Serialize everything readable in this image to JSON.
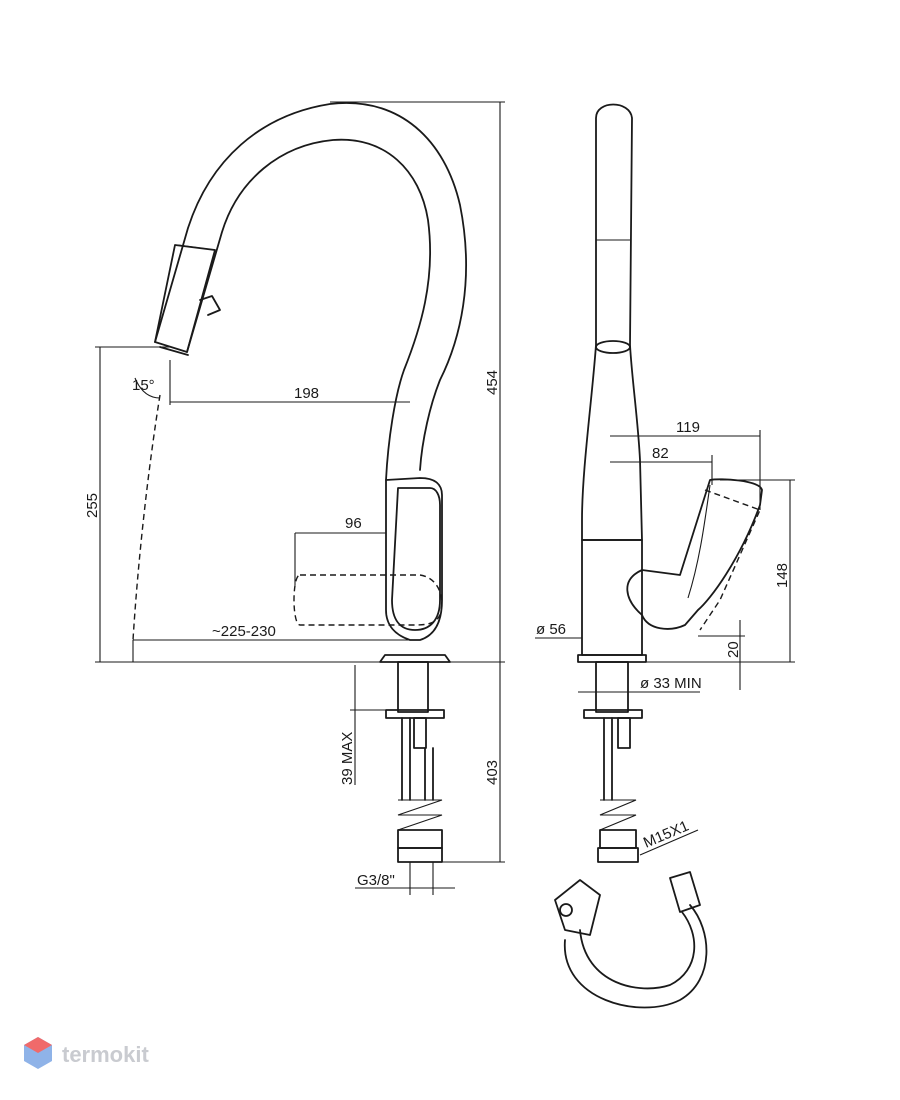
{
  "dimensions": {
    "height_total": "454",
    "height_spout": "255",
    "reach": "198",
    "angle": "15°",
    "handle_len": "96",
    "reach_range": "~225-230",
    "below_deck": "403",
    "deck_thickness": "39 MAX",
    "inlet_thread": "G3/8\"",
    "width_119": "119",
    "width_82": "82",
    "height_148": "148",
    "base_dia": "ø 56",
    "hole_dia": "ø 33 MIN",
    "gap_20": "20",
    "hose_thread": "M15X1"
  },
  "watermark": {
    "text": "termokit"
  },
  "colors": {
    "line": "#1a1a1a",
    "watermark": "#c9cbd0",
    "logo_red": "#f06a6a",
    "logo_blue": "#8fb3e8"
  }
}
